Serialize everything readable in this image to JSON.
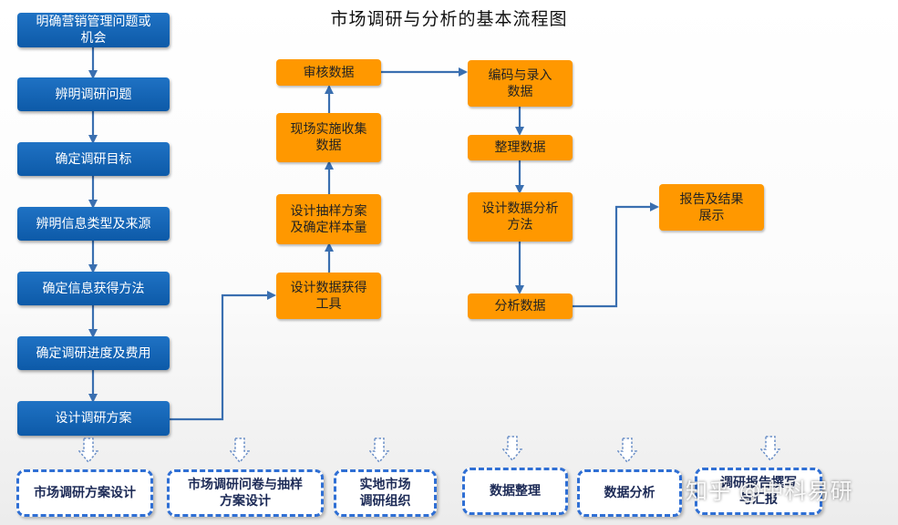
{
  "title": "市场调研与分析的基本流程图",
  "left_column": [
    "明确营销管理问题或\n机会",
    "辨明调研问题",
    "确定调研目标",
    "辨明信息类型及来源",
    "确定信息获得方法",
    "确定调研进度及费用",
    "设计调研方案"
  ],
  "middle_column": [
    "设计数据获得\n工具",
    "设计抽样方案\n及确定样本量",
    "现场实施收集\n数据",
    "审核数据"
  ],
  "right_column": [
    "编码与录入\n数据",
    "整理数据",
    "设计数据分析\n方法",
    "分析数据"
  ],
  "final_node": "报告及结果\n展示",
  "bottom_stages": [
    "市场调研方案设计",
    "市场调研问卷与抽样\n方案设计",
    "实地市场\n调研组织",
    "数据整理",
    "数据分析",
    "调研报告撰写\n与汇报"
  ],
  "watermark": "知乎 @中科易研",
  "colors": {
    "blue_box": "#1565b8",
    "orange_box": "#ff9800",
    "arrow": "#3a6fb0",
    "dashed_border": "#2f6fd4"
  }
}
